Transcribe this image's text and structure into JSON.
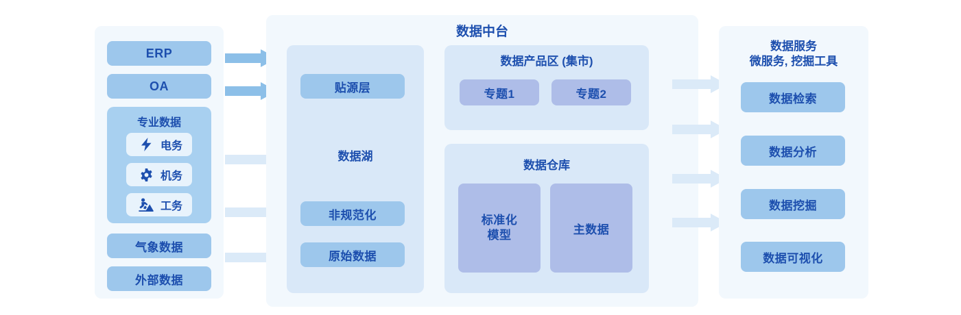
{
  "diagram": {
    "title": "数据中台",
    "colors": {
      "text_blue": "#1d4fae",
      "chip_blue": "#9dc7ec",
      "chip_purple": "#aebde8",
      "card_blue": "#d9e8f8",
      "panel_bg": "#f2f8fd",
      "arrow_dark": "#8cbfe8",
      "arrow_light": "#d9e8f8"
    }
  },
  "sources": {
    "panel_name": "data-sources",
    "items": [
      {
        "label": "ERP"
      },
      {
        "label": "OA"
      }
    ],
    "professional": {
      "title": "专业数据",
      "rows": [
        {
          "label": "电务",
          "icon": "lightning-bolt-icon"
        },
        {
          "label": "机务",
          "icon": "gear-icon"
        },
        {
          "label": "工务",
          "icon": "worker-digging-icon"
        }
      ]
    },
    "tail_items": [
      {
        "label": "气象数据"
      },
      {
        "label": "外部数据"
      }
    ]
  },
  "datalake": {
    "title": "数据湖",
    "top_chip": "贴源层",
    "bottom_chips": [
      {
        "label": "非规范化"
      },
      {
        "label": "原始数据"
      }
    ]
  },
  "product_zone": {
    "title": "数据产品区 (集市)",
    "chips": [
      {
        "label": "专题1"
      },
      {
        "label": "专题2"
      }
    ]
  },
  "warehouse": {
    "title": "数据仓库",
    "chips": [
      {
        "label": "标准化\n模型",
        "line1": "标准化",
        "line2": "模型"
      },
      {
        "label": "主数据",
        "line1": "主数据",
        "line2": ""
      }
    ]
  },
  "services": {
    "title_line1": "数据服务",
    "title_line2": "微服务, 挖掘工具",
    "items": [
      {
        "label": "数据检索"
      },
      {
        "label": "数据分析"
      },
      {
        "label": "数据挖掘"
      },
      {
        "label": "数据可视化"
      }
    ]
  },
  "arrows": {
    "left": [
      {
        "name": "arrow-erp-to-lake",
        "tone": "dark"
      },
      {
        "name": "arrow-oa-to-lake",
        "tone": "dark"
      },
      {
        "name": "arrow-professional-to-lake",
        "tone": "light"
      },
      {
        "name": "arrow-weather-to-lake",
        "tone": "light"
      },
      {
        "name": "arrow-external-to-lake",
        "tone": "light"
      }
    ],
    "right": [
      {
        "name": "arrow-platform-to-retrieval",
        "tone": "light"
      },
      {
        "name": "arrow-platform-to-analysis",
        "tone": "light"
      },
      {
        "name": "arrow-platform-to-mining",
        "tone": "light"
      },
      {
        "name": "arrow-platform-to-visualization",
        "tone": "light"
      }
    ]
  }
}
